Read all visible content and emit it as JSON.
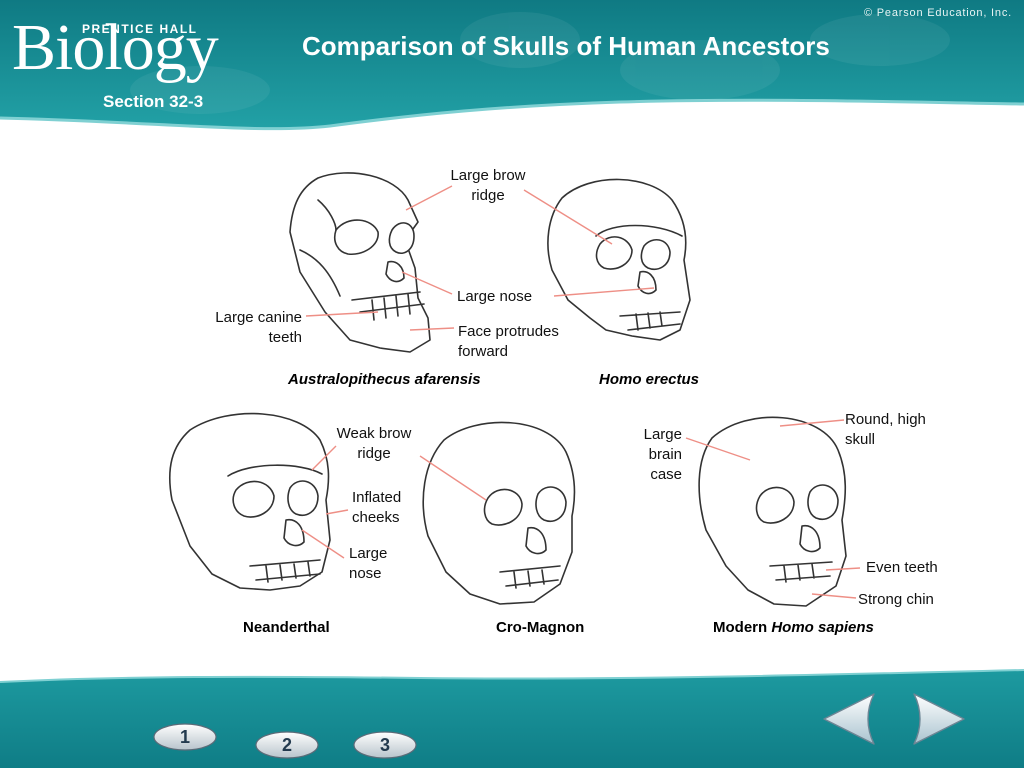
{
  "header": {
    "publisher": "PRENTICE HALL",
    "logo": "Biology",
    "section": "Section 32-3",
    "title": "Comparison of Skulls of Human Ancestors",
    "copyright": "© Pearson Education, Inc."
  },
  "skulls": {
    "australopithecus": {
      "name": "Australopithecus afarensis",
      "labels": {
        "canine": "Large canine teeth",
        "protrude": "Face protrudes forward"
      }
    },
    "erectus": {
      "name": "Homo erectus",
      "labels": {
        "brow": "Large brow ridge",
        "nose": "Large nose"
      }
    },
    "neanderthal": {
      "name": "Neanderthal",
      "labels": {
        "brow": "Weak brow ridge",
        "cheeks": "Inflated cheeks",
        "nose": "Large nose"
      }
    },
    "cromagnon": {
      "name": "Cro-Magnon",
      "labels": {
        "brain": "Large brain case"
      }
    },
    "sapiens": {
      "name_prefix": "Modern",
      "name_species": "Homo sapiens",
      "labels": {
        "skull": "Round, high skull",
        "teeth": "Even teeth",
        "chin": "Strong chin"
      }
    }
  },
  "nav": {
    "buttons": [
      {
        "label": "1"
      },
      {
        "label": "2"
      },
      {
        "label": "3"
      }
    ],
    "prev_icon": "left-arrow-icon",
    "next_icon": "right-arrow-icon"
  },
  "colors": {
    "teal": "#1a8e96",
    "teal_dark": "#0f6f78",
    "leader_line": "#ee8f86"
  }
}
